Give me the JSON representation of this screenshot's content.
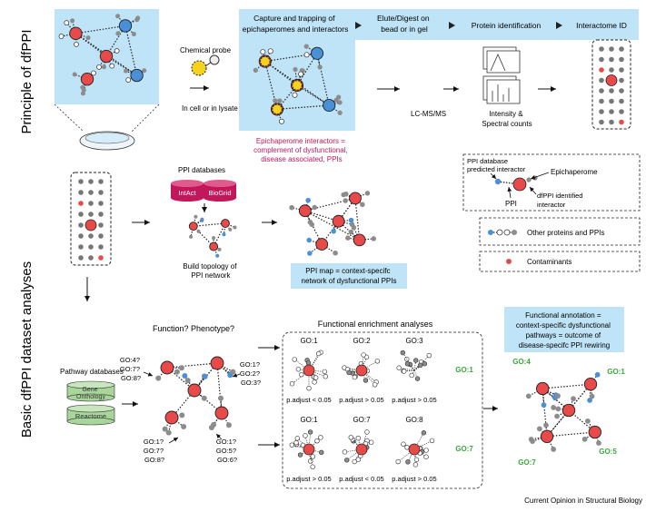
{
  "side_labels": {
    "principle": "Principle of dfPPI",
    "basic": "Basic dfPPI dataset analyses"
  },
  "workflow": {
    "step1": [
      "Capture and trapping of",
      "epichaperomes and interactors"
    ],
    "step2": [
      "Elute/Digest on",
      "bead or in gel"
    ],
    "step3": "Protein identification",
    "step4": "Interactome ID"
  },
  "probe": {
    "label": "Chemical probe",
    "context": "In cell or in lysate"
  },
  "epichaperome_interactors": [
    "Epichaperome interactors =",
    "complement of dysfunctional,",
    "disease associated, PPIs"
  ],
  "ms": {
    "method": "LC-MS/MS",
    "readout": [
      "Intensity &",
      "Spectral counts"
    ]
  },
  "ppi": {
    "databases": "PPI databases",
    "db1": "IntAct",
    "db2": "BioGrid",
    "build": [
      "Build topology of",
      "PPI network"
    ],
    "map": [
      "PPI map = context-specifc",
      "network of dysfunctional PPIs"
    ]
  },
  "legend": {
    "predicted": [
      "PPI database",
      "predicted interactor"
    ],
    "epichaperome": "Epichaperome",
    "ppi": "PPI",
    "identified": [
      "dfPPI identified",
      "interactor"
    ],
    "other": "Other proteins and PPIs",
    "contaminants": "Contaminants"
  },
  "function_q": "Function? Phenotype?",
  "pathway": {
    "title": "Pathway databases",
    "db1": [
      "Gene",
      "Onthology"
    ],
    "db2": "Reactome"
  },
  "go_queries": {
    "left": [
      "GO:4?",
      "GO:7?",
      "GO:8?"
    ],
    "right": [
      "GO:1?",
      "GO:2?",
      "GO:3?"
    ],
    "bottom_left": [
      "GO:1?",
      "GO:7?",
      "GO:8?"
    ],
    "bottom_right": [
      "GO:1?",
      "GO:5?",
      "GO:6?"
    ]
  },
  "enrichment": {
    "title": "Functional enrichment analyses",
    "top": [
      {
        "go": "GO:1",
        "p": "p.adjust < 0.05"
      },
      {
        "go": "GO:2",
        "p": "p.adjust > 0.05"
      },
      {
        "go": "GO:3",
        "p": "p.adjust > 0.05"
      }
    ],
    "bottom": [
      {
        "go": "GO:1",
        "p": "p.adjust > 0.05"
      },
      {
        "go": "GO:7",
        "p": "p.adjust < 0.05"
      },
      {
        "go": "GO:8",
        "p": "p.adjust > 0.05"
      }
    ],
    "hit_top": "GO:1",
    "hit_bottom": "GO:7"
  },
  "annotation": {
    "title": [
      "Functional annotation =",
      "context-specific dysfunctional",
      "pathways = outcome of",
      "disease-specifc PPI rewiring"
    ],
    "terms": [
      "GO:4",
      "GO:1",
      "GO:7",
      "GO:5"
    ]
  },
  "credit": "Current Opinion in Structural Biology",
  "colors": {
    "light_blue": "#bfe3f7",
    "blue_node": "#4a90d9",
    "red_node": "#e84a4a",
    "gray_node": "#8c8c8c",
    "yellow_probe": "#f5d21c",
    "go_green": "#3aa93a",
    "db_red": "#c2185b",
    "db_green": "#a8d59a",
    "interactor_text": "#c2185b"
  }
}
